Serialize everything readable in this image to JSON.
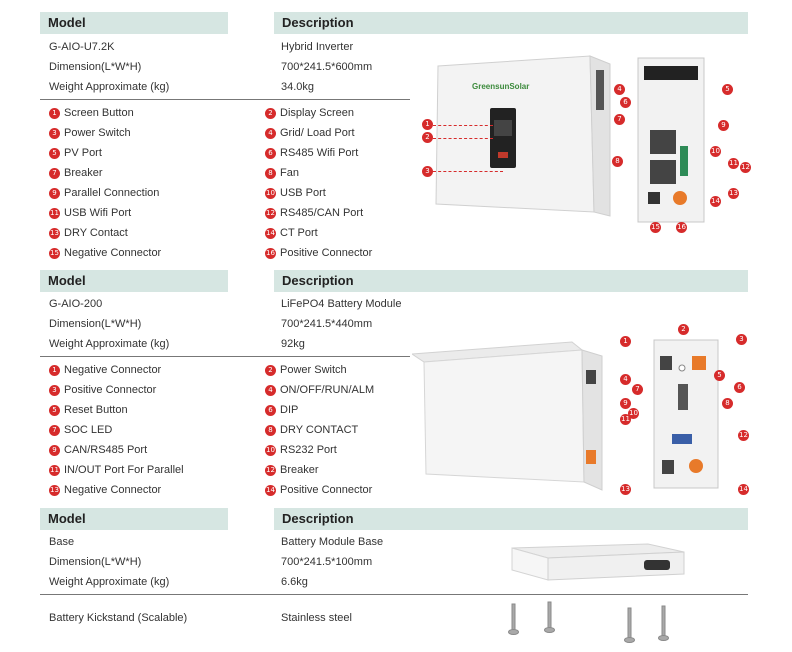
{
  "headers": {
    "model": "Model",
    "description": "Description"
  },
  "sections": [
    {
      "specs": [
        {
          "label": "G-AIO-U7.2K",
          "value": "Hybrid Inverter"
        },
        {
          "label": "Dimension(L*W*H)",
          "value": "700*241.5*600mm"
        },
        {
          "label": "Weight Approximate (kg)",
          "value": "34.0kg"
        }
      ],
      "items_left": [
        {
          "n": "1",
          "label": "Screen Button"
        },
        {
          "n": "3",
          "label": "Power Switch"
        },
        {
          "n": "5",
          "label": "PV Port"
        },
        {
          "n": "7",
          "label": "Breaker"
        },
        {
          "n": "9",
          "label": "Parallel Connection"
        },
        {
          "n": "11",
          "label": "USB Wifi Port"
        },
        {
          "n": "13",
          "label": "DRY Contact"
        },
        {
          "n": "15",
          "label": "Negative Connector"
        }
      ],
      "items_right": [
        {
          "n": "2",
          "label": "Display Screen"
        },
        {
          "n": "4",
          "label": "Grid/ Load Port"
        },
        {
          "n": "6",
          "label": "RS485 Wifi Port"
        },
        {
          "n": "8",
          "label": "Fan"
        },
        {
          "n": "10",
          "label": "USB Port"
        },
        {
          "n": "12",
          "label": "RS485/CAN Port"
        },
        {
          "n": "14",
          "label": "CT Port"
        },
        {
          "n": "16",
          "label": "Positive Connector"
        }
      ]
    },
    {
      "specs": [
        {
          "label": "G-AIO-200",
          "value": "LiFePO4 Battery Module"
        },
        {
          "label": "Dimension(L*W*H)",
          "value": "700*241.5*440mm"
        },
        {
          "label": "Weight Approximate (kg)",
          "value": "92kg"
        }
      ],
      "items_left": [
        {
          "n": "1",
          "label": "Negative Connector"
        },
        {
          "n": "3",
          "label": "Positive Connector"
        },
        {
          "n": "5",
          "label": "Reset Button"
        },
        {
          "n": "7",
          "label": "SOC LED"
        },
        {
          "n": "9",
          "label": "CAN/RS485 Port"
        },
        {
          "n": "11",
          "label": "IN/OUT Port For Parallel"
        },
        {
          "n": "13",
          "label": "Negative Connector"
        }
      ],
      "items_right": [
        {
          "n": "2",
          "label": "Power Switch"
        },
        {
          "n": "4",
          "label": "ON/OFF/RUN/ALM"
        },
        {
          "n": "6",
          "label": "DIP"
        },
        {
          "n": "8",
          "label": "DRY CONTACT"
        },
        {
          "n": "10",
          "label": "RS232 Port"
        },
        {
          "n": "12",
          "label": "Breaker"
        },
        {
          "n": "14",
          "label": "Positive Connector"
        }
      ]
    },
    {
      "specs": [
        {
          "label": "Base",
          "value": "Battery Module Base"
        },
        {
          "label": "Dimension(L*W*H)",
          "value": "700*241.5*100mm"
        },
        {
          "label": "Weight Approximate (kg)",
          "value": "6.6kg"
        }
      ]
    }
  ],
  "kickstand": {
    "label": "Battery Kickstand (Scalable)",
    "value": "Stainless steel"
  },
  "brand": "GreensunSolar",
  "colors": {
    "header_bg": "#d6e6e2",
    "callout": "#d62b2b",
    "accent_orange": "#e87a2a"
  }
}
